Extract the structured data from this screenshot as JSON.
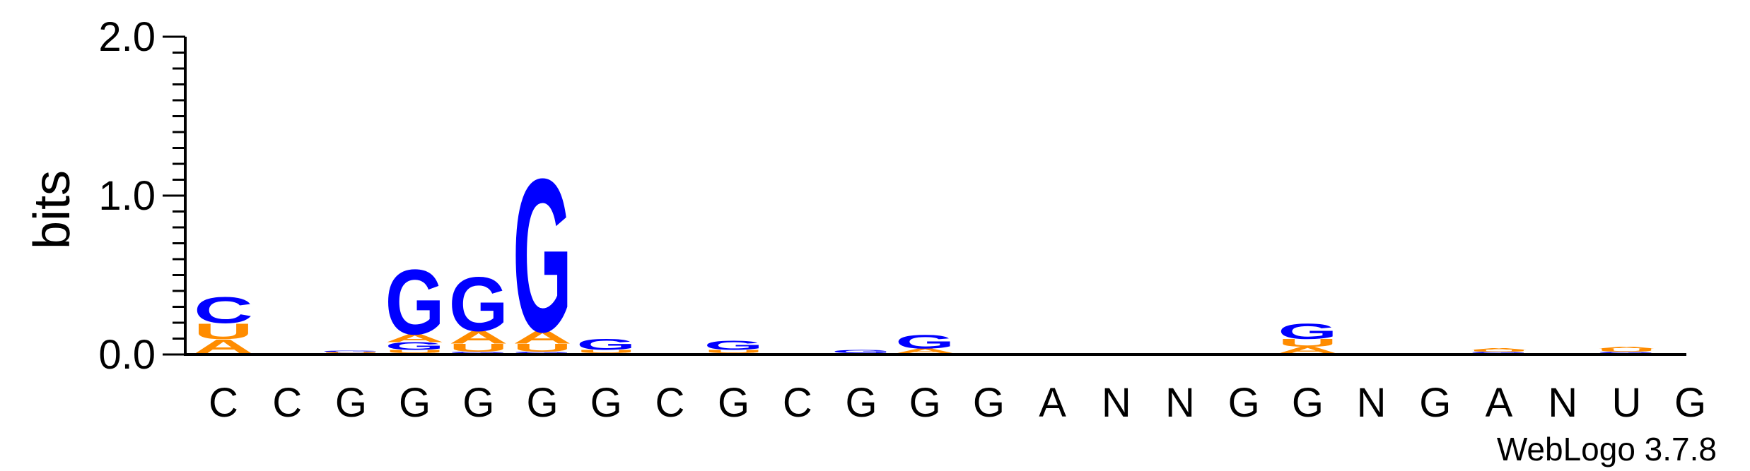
{
  "chart_data": {
    "type": "sequence-logo",
    "title": "",
    "xlabel": "",
    "ylabel": "bits",
    "ylim": [
      0,
      2.0
    ],
    "yticks": [
      "0.0",
      "1.0",
      "2.0"
    ],
    "ytick_values": [
      0,
      1.0,
      2.0
    ],
    "credit": "WebLogo 3.7.8",
    "colors": {
      "A": "#FF8C00",
      "U": "#FF8C00",
      "G": "#0000FF",
      "C": "#0000FF"
    },
    "positions": [
      {
        "label": "C",
        "stack": [
          {
            "letter": "A",
            "bits": 0.09
          },
          {
            "letter": "U",
            "bits": 0.1
          },
          {
            "letter": "C",
            "bits": 0.17
          }
        ]
      },
      {
        "label": "C",
        "stack": []
      },
      {
        "label": "G",
        "stack": [
          {
            "letter": "U",
            "bits": 0.006
          },
          {
            "letter": "G",
            "bits": 0.01
          }
        ]
      },
      {
        "label": "G",
        "stack": [
          {
            "letter": "U",
            "bits": 0.02
          },
          {
            "letter": "G",
            "bits": 0.05
          },
          {
            "letter": "A",
            "bits": 0.05
          },
          {
            "letter": "G",
            "bits": 0.42
          }
        ]
      },
      {
        "label": "G",
        "stack": [
          {
            "letter": "G",
            "bits": 0.01
          },
          {
            "letter": "U",
            "bits": 0.05
          },
          {
            "letter": "A",
            "bits": 0.08
          },
          {
            "letter": "G",
            "bits": 0.35
          }
        ]
      },
      {
        "label": "G",
        "stack": [
          {
            "letter": "G",
            "bits": 0.01
          },
          {
            "letter": "U",
            "bits": 0.05
          },
          {
            "letter": "A",
            "bits": 0.08
          },
          {
            "letter": "G",
            "bits": 0.99
          }
        ]
      },
      {
        "label": "G",
        "stack": [
          {
            "letter": "U",
            "bits": 0.02
          },
          {
            "letter": "G",
            "bits": 0.07
          }
        ]
      },
      {
        "label": "C",
        "stack": []
      },
      {
        "label": "G",
        "stack": [
          {
            "letter": "U",
            "bits": 0.02
          },
          {
            "letter": "G",
            "bits": 0.06
          }
        ]
      },
      {
        "label": "C",
        "stack": []
      },
      {
        "label": "G",
        "stack": [
          {
            "letter": "G",
            "bits": 0.02
          }
        ]
      },
      {
        "label": "G",
        "stack": [
          {
            "letter": "A",
            "bits": 0.03
          },
          {
            "letter": "G",
            "bits": 0.09
          }
        ]
      },
      {
        "label": "G",
        "stack": []
      },
      {
        "label": "A",
        "stack": []
      },
      {
        "label": "N",
        "stack": []
      },
      {
        "label": "N",
        "stack": []
      },
      {
        "label": "G",
        "stack": []
      },
      {
        "label": "G",
        "stack": [
          {
            "letter": "A",
            "bits": 0.04
          },
          {
            "letter": "U",
            "bits": 0.05
          },
          {
            "letter": "G",
            "bits": 0.1
          }
        ]
      },
      {
        "label": "N",
        "stack": []
      },
      {
        "label": "G",
        "stack": []
      },
      {
        "label": "A",
        "stack": [
          {
            "letter": "G",
            "bits": 0.01
          },
          {
            "letter": "U",
            "bits": 0.01
          },
          {
            "letter": "A",
            "bits": 0.01
          }
        ]
      },
      {
        "label": "N",
        "stack": []
      },
      {
        "label": "U",
        "stack": [
          {
            "letter": "G",
            "bits": 0.01
          },
          {
            "letter": "U",
            "bits": 0.02
          },
          {
            "letter": "A",
            "bits": 0.01
          }
        ]
      },
      {
        "label": "G",
        "stack": []
      }
    ]
  }
}
